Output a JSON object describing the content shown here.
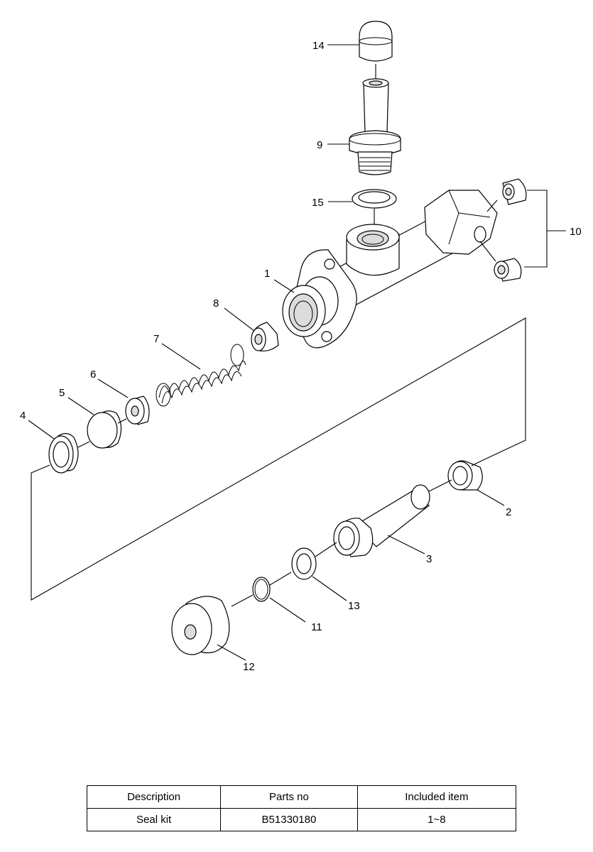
{
  "callouts": {
    "c1": "1",
    "c2": "2",
    "c3": "3",
    "c4": "4",
    "c5": "5",
    "c6": "6",
    "c7": "7",
    "c8": "8",
    "c9": "9",
    "c10": "10",
    "c11": "11",
    "c12": "12",
    "c13": "13",
    "c14": "14",
    "c15": "15"
  },
  "table": {
    "headers": [
      "Description",
      "Parts no",
      "Included item"
    ],
    "rows": [
      [
        "Seal kit",
        "B51330180",
        "1~8"
      ]
    ]
  }
}
